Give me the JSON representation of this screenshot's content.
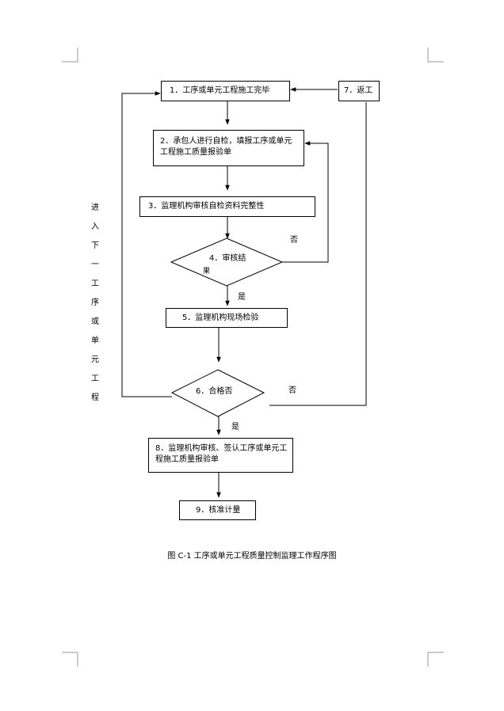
{
  "flowchart": {
    "step1": "1．工序或单元工程施工完毕",
    "step2": "2．承包人进行自检，填报工序或单元工程施工质量报验单",
    "step3": "3．监理机构审核自检资料完整性",
    "step4a": "4．审核结",
    "step4b": "果",
    "step5": "5．监理机构现场检验",
    "step6": "6．合格否",
    "step7": "7．返工",
    "step8": "8．监理机构审核、签认工序或单元工程施工质量报验单",
    "step9": "9．核准计量",
    "yes_label_1": "是",
    "yes_label_2": "是",
    "no_label_1": "否",
    "no_label_2": "否",
    "side_text": "进入下一工序或单元工程"
  },
  "caption": "图 C-1   工序或单元工程质量控制监理工作程序图"
}
